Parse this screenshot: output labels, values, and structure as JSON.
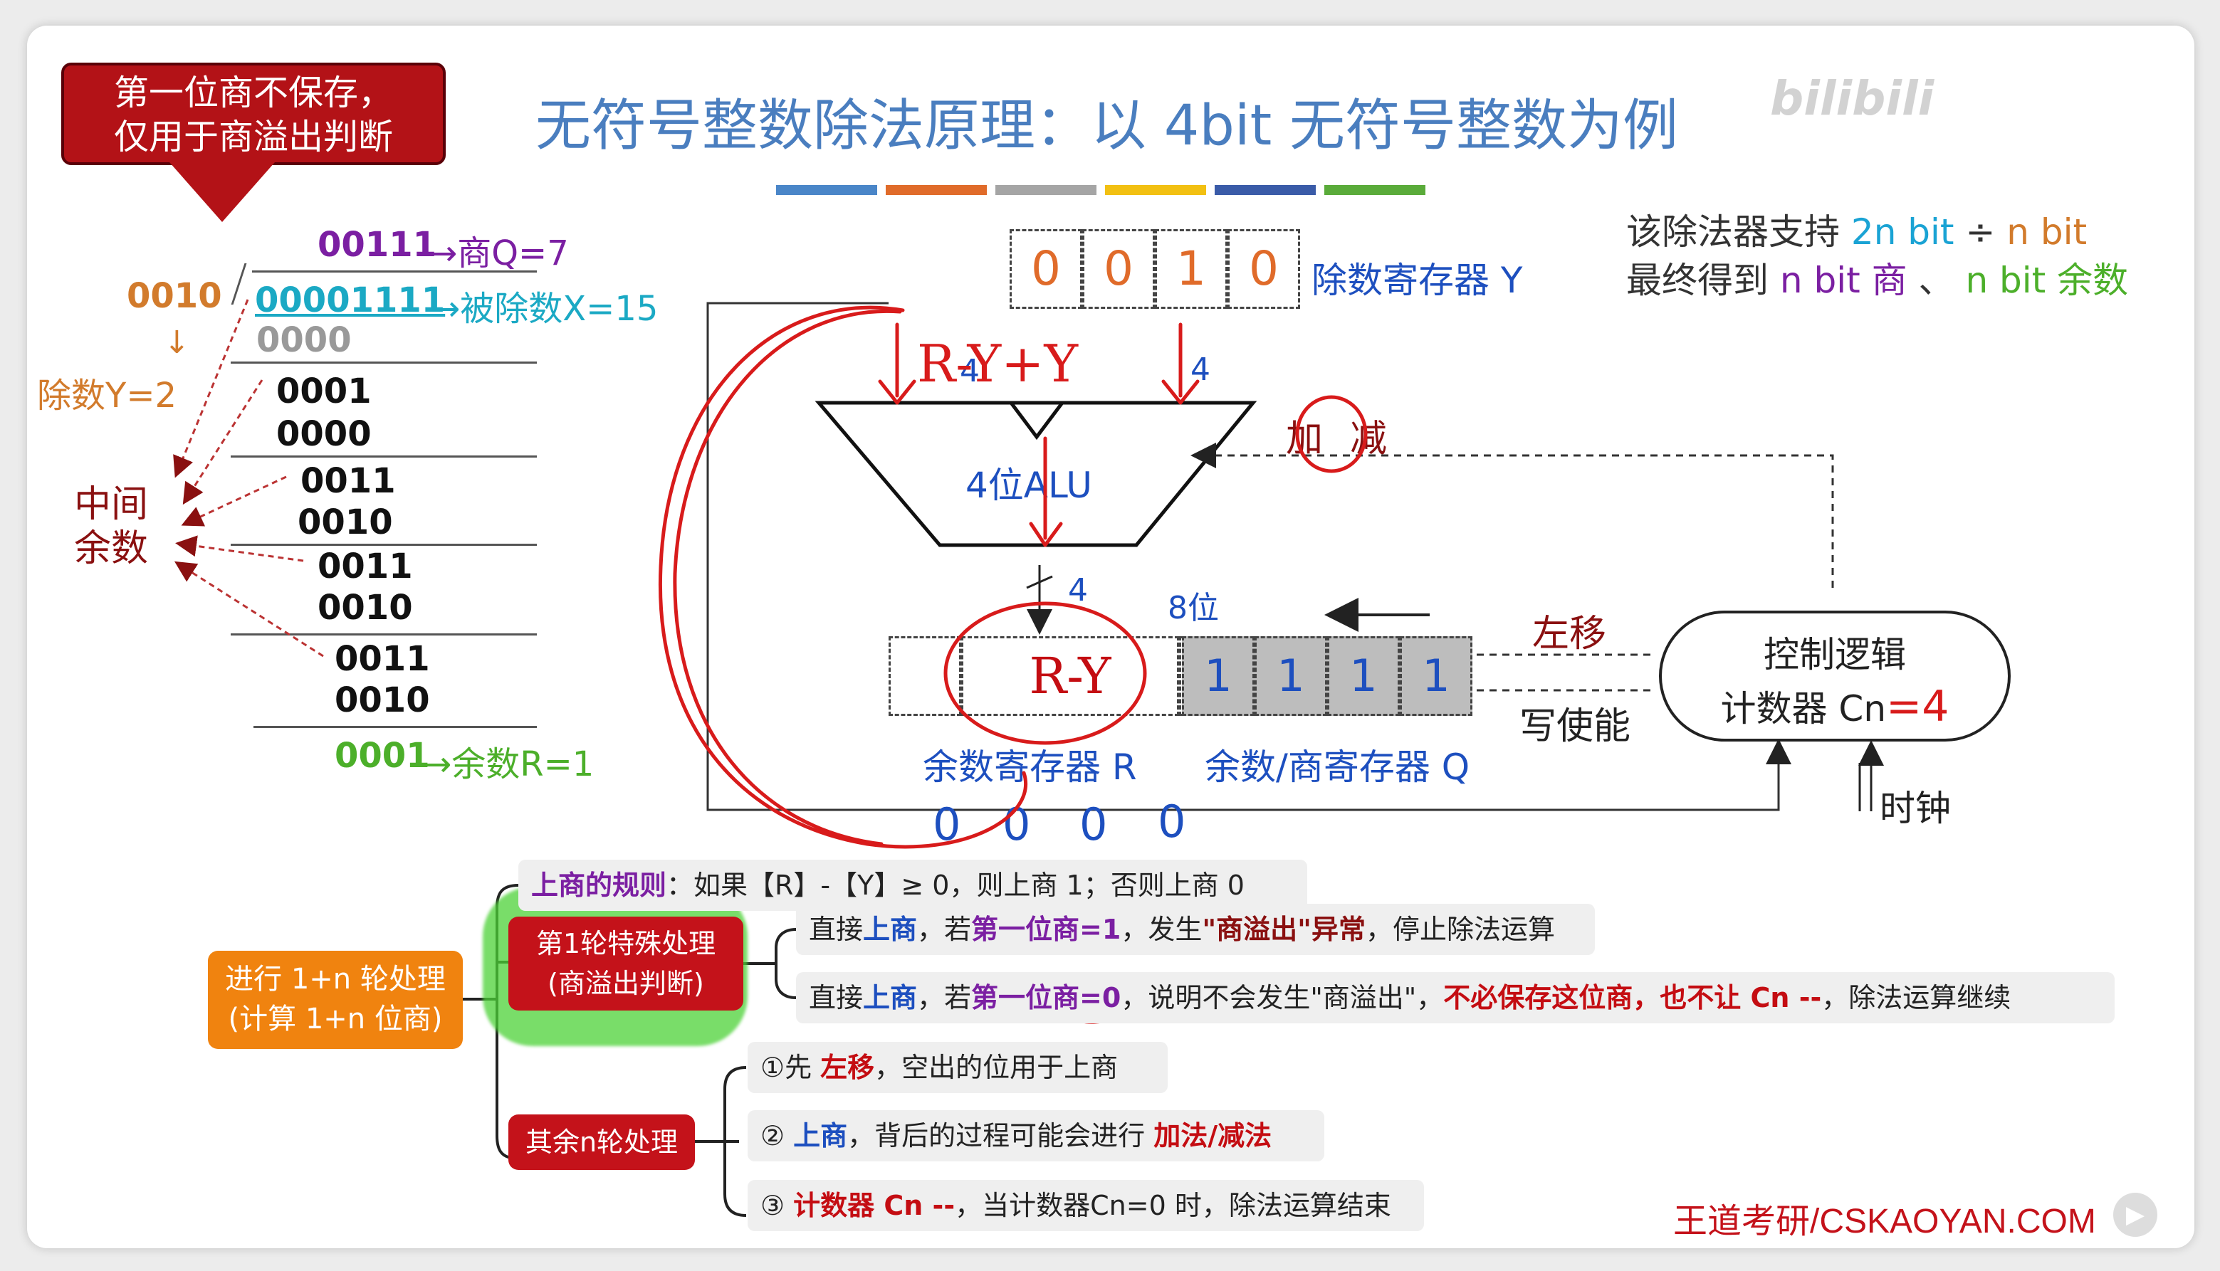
{
  "title": "无符号整数除法原理：以 4bit 无符号整数为例",
  "watermark": "bilibili",
  "brand": "王道考研/CSKAOYAN.COM",
  "callout": {
    "line1": "第一位商不保存，",
    "line2": "仅用于商溢出判断"
  },
  "colors": {
    "title": "#4a7ebf",
    "stripes": [
      "#4a86c8",
      "#e06b2a",
      "#a5a5a5",
      "#f2c012",
      "#3a5ba8",
      "#5aab3a"
    ],
    "callout": "#b31217",
    "orange": "#f0830f",
    "pen": "#d81b1b",
    "highlight": "#4cd137"
  },
  "division": {
    "quotient": "00111",
    "quotient_label": "→商Q=7",
    "divisor": "0010",
    "divisor_label": "除数Y=2",
    "dividend": "00001111",
    "dividend_label": "→被除数X=15",
    "steps": [
      "0000",
      "0001",
      "0000",
      "0011",
      "0010",
      "0011",
      "0010",
      "0011",
      "0010"
    ],
    "remainder": "0001",
    "remainder_label": "→余数R=1",
    "middle_label_1": "中间",
    "middle_label_2": "余数"
  },
  "support": {
    "line1_a": "该除法器支持",
    "line1_b": "2n bit",
    "line1_c": "÷",
    "line1_d": "n bit",
    "line2_a": "最终得到",
    "line2_b": "n bit 商",
    "line2_c": "、",
    "line2_d": "n bit 余数"
  },
  "circuit": {
    "y_register_label": "除数寄存器 Y",
    "y_bits": [
      "0",
      "0",
      "1",
      "0"
    ],
    "alu_label": "4位ALU",
    "bus_width_a": "4",
    "bus_width_b": "4",
    "bus_width_c": "4",
    "q_width": "8位",
    "add": "加",
    "sub": "减",
    "shift_left": "左移",
    "write_enable": "写使能",
    "control_line1": "控制逻辑",
    "control_line2": "计数器 Cn",
    "counter_value": "=4",
    "clock": "时钟",
    "r_register_label": "余数寄存器 R",
    "q_register_label": "余数/商寄存器 Q",
    "r_content": "R-Y",
    "q_bits": [
      "1",
      "1",
      "1",
      "1"
    ],
    "below_bits": [
      "0",
      "0",
      "0",
      "0"
    ],
    "scribble": "R-Y+Y"
  },
  "mindmap": {
    "root_line1": "进行 1+n 轮处理",
    "root_line2": "(计算 1+n 位商)",
    "rule": {
      "a": "上商的规则",
      "b": "：如果【R】-【Y】≥ 0，则上商 1；否则上商 0"
    },
    "first_line1": "第1轮特殊处理",
    "first_line2": "(商溢出判断)",
    "overflow1": {
      "a": "直接",
      "b": "上商",
      "c": "，若",
      "d": "第一位商=1",
      "e": "，发生",
      "f": "\"商溢出\"异常",
      "g": "，停止除法运算"
    },
    "overflow2": {
      "a": "直接",
      "b": "上商",
      "c": "，若",
      "d": "第一位商=0",
      "e": "，说明不会发生\"商溢出\"，",
      "f": "不必保存这位商，也不让 Cn --",
      "g": "，除法运算继续"
    },
    "rest": "其余n轮处理",
    "step1": {
      "a": "①先 ",
      "b": "左移",
      "c": "，空出的位用于上商"
    },
    "step2": {
      "a": "② ",
      "b": "上商",
      "c": "，背后的过程可能会进行 ",
      "d": "加法/减法"
    },
    "step3": {
      "a": "③ ",
      "b": "计数器 Cn --",
      "c": "，当计数器Cn=0 时，除法运算结束"
    }
  }
}
